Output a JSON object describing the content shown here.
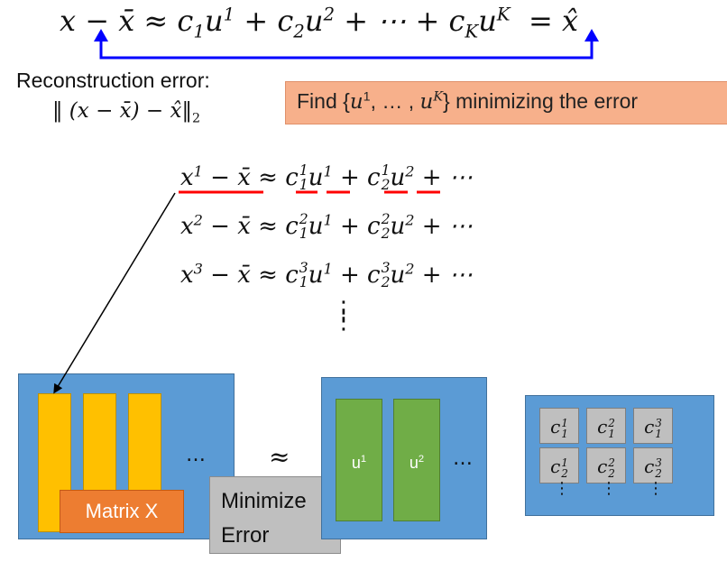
{
  "top_equation": {
    "lhs": "x − x̄",
    "approx": "≈",
    "c1": "c",
    "c1_sub": "1",
    "u1": "u",
    "u1_sup": "1",
    "plus": "+",
    "c2": "c",
    "c2_sub": "2",
    "u2": "u",
    "u2_sup": "2",
    "ellipsis": "+ ⋯ +",
    "cK": "c",
    "cK_sub": "K",
    "uK": "u",
    "uK_sup": "K",
    "eq": "=",
    "xhat": "x̂"
  },
  "reconstruction": {
    "label": "Reconstruction error:",
    "formula": "‖ (x − x̄) − x̂‖",
    "formula_sub": "2"
  },
  "find_box": {
    "prefix": "Find {",
    "u1": "u",
    "u1_sup": "1",
    "middle": ", … , ",
    "uK": "u",
    "uK_sup": "K",
    "suffix": "} minimizing the error"
  },
  "equations": [
    {
      "x": "x",
      "sup": "1",
      "rest": " − x̄ ≈ ",
      "c1": "c",
      "c1_sup": "1",
      "c1_sub": "1",
      "u1": "u",
      "u1_sup": "1",
      "plus": " + ",
      "c2": "c",
      "c2_sup": "1",
      "c2_sub": "2",
      "u2": "u",
      "u2_sup": "2",
      "tail": " + ⋯"
    },
    {
      "x": "x",
      "sup": "2",
      "rest": " − x̄ ≈ ",
      "c1": "c",
      "c1_sup": "2",
      "c1_sub": "1",
      "u1": "u",
      "u1_sup": "1",
      "plus": " + ",
      "c2": "c",
      "c2_sup": "2",
      "c2_sub": "2",
      "u2": "u",
      "u2_sup": "2",
      "tail": " + ⋯"
    },
    {
      "x": "x",
      "sup": "3",
      "rest": " − x̄ ≈ ",
      "c1": "c",
      "c1_sup": "3",
      "c1_sub": "1",
      "u1": "u",
      "u1_sup": "1",
      "plus": " + ",
      "c2": "c",
      "c2_sup": "3",
      "c2_sub": "2",
      "u2": "u",
      "u2_sup": "2",
      "tail": " + ⋯"
    }
  ],
  "vdots": "⋮",
  "matrix_x_label": "Matrix X",
  "panel_x_dots": "…",
  "approx_symbol": "≈",
  "minimize_line1": "Minimize",
  "minimize_line2": "Error",
  "u_bars": [
    {
      "base": "u",
      "sup": "1"
    },
    {
      "base": "u",
      "sup": "2"
    }
  ],
  "panel_u_dots": "…",
  "c_cells": [
    {
      "base": "c",
      "sup": "1",
      "sub": "1"
    },
    {
      "base": "c",
      "sup": "2",
      "sub": "1"
    },
    {
      "base": "c",
      "sup": "3",
      "sub": "1"
    },
    {
      "base": "c",
      "sup": "1",
      "sub": "2"
    },
    {
      "base": "c",
      "sup": "2",
      "sub": "2"
    },
    {
      "base": "c",
      "sup": "3",
      "sub": "2"
    }
  ],
  "colors": {
    "blue_panel": "#5b9bd5",
    "yellow_bar": "#ffc000",
    "green_bar": "#70ad47",
    "orange_label": "#ed7d31",
    "find_box": "#f7b08b",
    "gray_box": "#bfbfbf",
    "arrow_blue": "#0000ff",
    "underline_red": "#ff0000"
  }
}
